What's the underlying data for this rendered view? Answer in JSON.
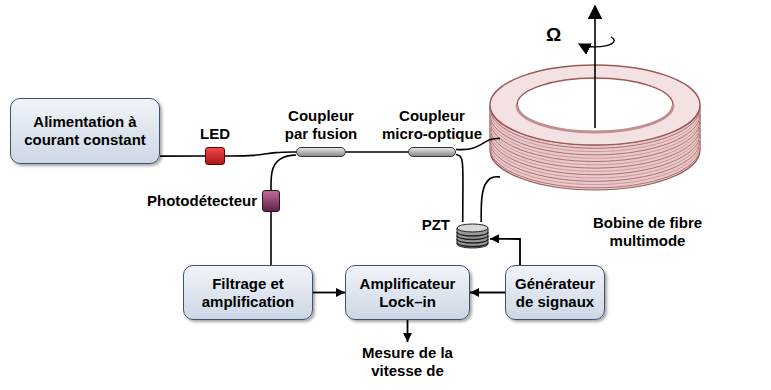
{
  "diagram": {
    "nodes": [
      {
        "text": [
          "Alimentation à courant constant"
        ]
      },
      {
        "text": [
          "LED"
        ]
      },
      {
        "text": [
          "Coupleur par fusion"
        ]
      },
      {
        "text": [
          "Coupleur micro-optique"
        ]
      },
      {
        "text": [
          "Photodétecteur"
        ]
      },
      {
        "text": [
          "Bobine de fibre multimode"
        ]
      },
      {
        "text": [
          "PZT"
        ]
      },
      {
        "text": [
          "Filtrage et amplification"
        ]
      },
      {
        "text": [
          "Amplificateur Lock–in"
        ]
      },
      {
        "text": [
          "Générateur de signaux"
        ]
      }
    ],
    "edges": [
      {
        "from": 0,
        "to": 1,
        "arrow": "none"
      },
      {
        "from": 1,
        "to": 2,
        "arrow": "none"
      },
      {
        "from": 2,
        "to": 3,
        "arrow": "none"
      },
      {
        "from": 4,
        "to": 2,
        "arrow": "none"
      },
      {
        "from": 3,
        "to": 5,
        "arrow": "none"
      },
      {
        "from": 3,
        "to": 6,
        "arrow": "none"
      },
      {
        "from": 6,
        "to": 5,
        "arrow": "none"
      },
      {
        "from": 4,
        "to": 7,
        "arrow": "none"
      },
      {
        "from": 7,
        "to": 8,
        "arrow": "to"
      },
      {
        "from": 9,
        "to": 8,
        "arrow": "to"
      },
      {
        "from": 9,
        "to": 6,
        "arrow": "to"
      }
    ],
    "labels": [
      "Ω",
      "Mesure de la vitesse de"
    ]
  }
}
